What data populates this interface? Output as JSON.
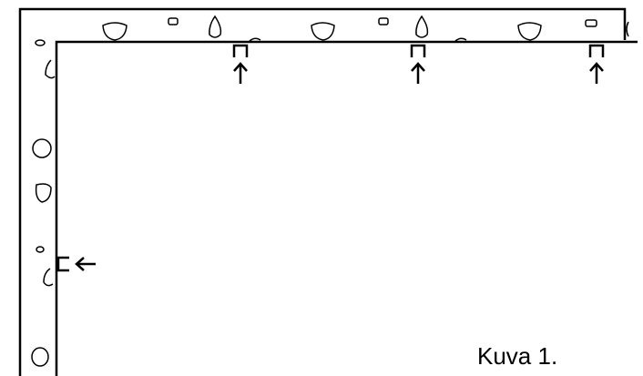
{
  "caption": "Kuva 1.",
  "colors": {
    "ink": "#000000",
    "background": "#ffffff"
  },
  "markers": {
    "top_count": 3,
    "left_count": 1,
    "icon": "bracket-arrow-icon"
  },
  "decorations": {
    "pebble_shapes": "stone-outline-icon"
  }
}
